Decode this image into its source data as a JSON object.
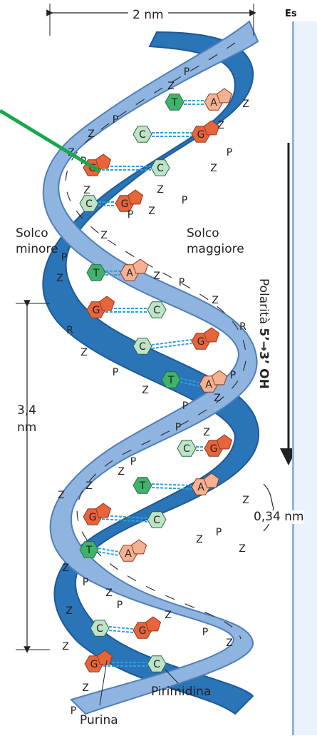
{
  "width_label": "2 nm",
  "minor_groove": [
    "Solco",
    "minore"
  ],
  "major_groove": [
    "Solco",
    "maggiore"
  ],
  "turn_label": [
    "3,4",
    "nm"
  ],
  "step_label": "0,34 nm",
  "purine_label": "Purina",
  "pyrimidine_label": "Pirimidina",
  "polarity": {
    "word": "Polarità",
    "five": "5’",
    "three": "3’ OH"
  },
  "edge_text": "Es",
  "backbone_letters": {
    "phosphate": "P",
    "sugar": "Z",
    "R": "R"
  },
  "base_pairs": [
    [
      "T",
      "A"
    ],
    [
      "C",
      "G"
    ],
    [
      "G",
      "C"
    ],
    [
      "C",
      "G"
    ],
    [
      "T",
      "A"
    ],
    [
      "G",
      "C"
    ],
    [
      "C",
      "G"
    ],
    [
      "T",
      "A"
    ],
    [
      "C",
      "G"
    ],
    [
      "T",
      "A"
    ],
    [
      "G",
      "C"
    ],
    [
      "T",
      "A"
    ],
    [
      "C",
      "G"
    ],
    [
      "G",
      "C"
    ]
  ],
  "colors": {
    "strand_front": "#8fb4e0",
    "strand_back": "#2a74b8",
    "purine_dark": "#e8643a",
    "purine_light": "#f4b293",
    "pyrimidine_green": "#3fb36b",
    "pyrimidine_light": "#bfe3c8",
    "hbond": "#2ea0e0",
    "arrow_green": "#17a84a"
  }
}
